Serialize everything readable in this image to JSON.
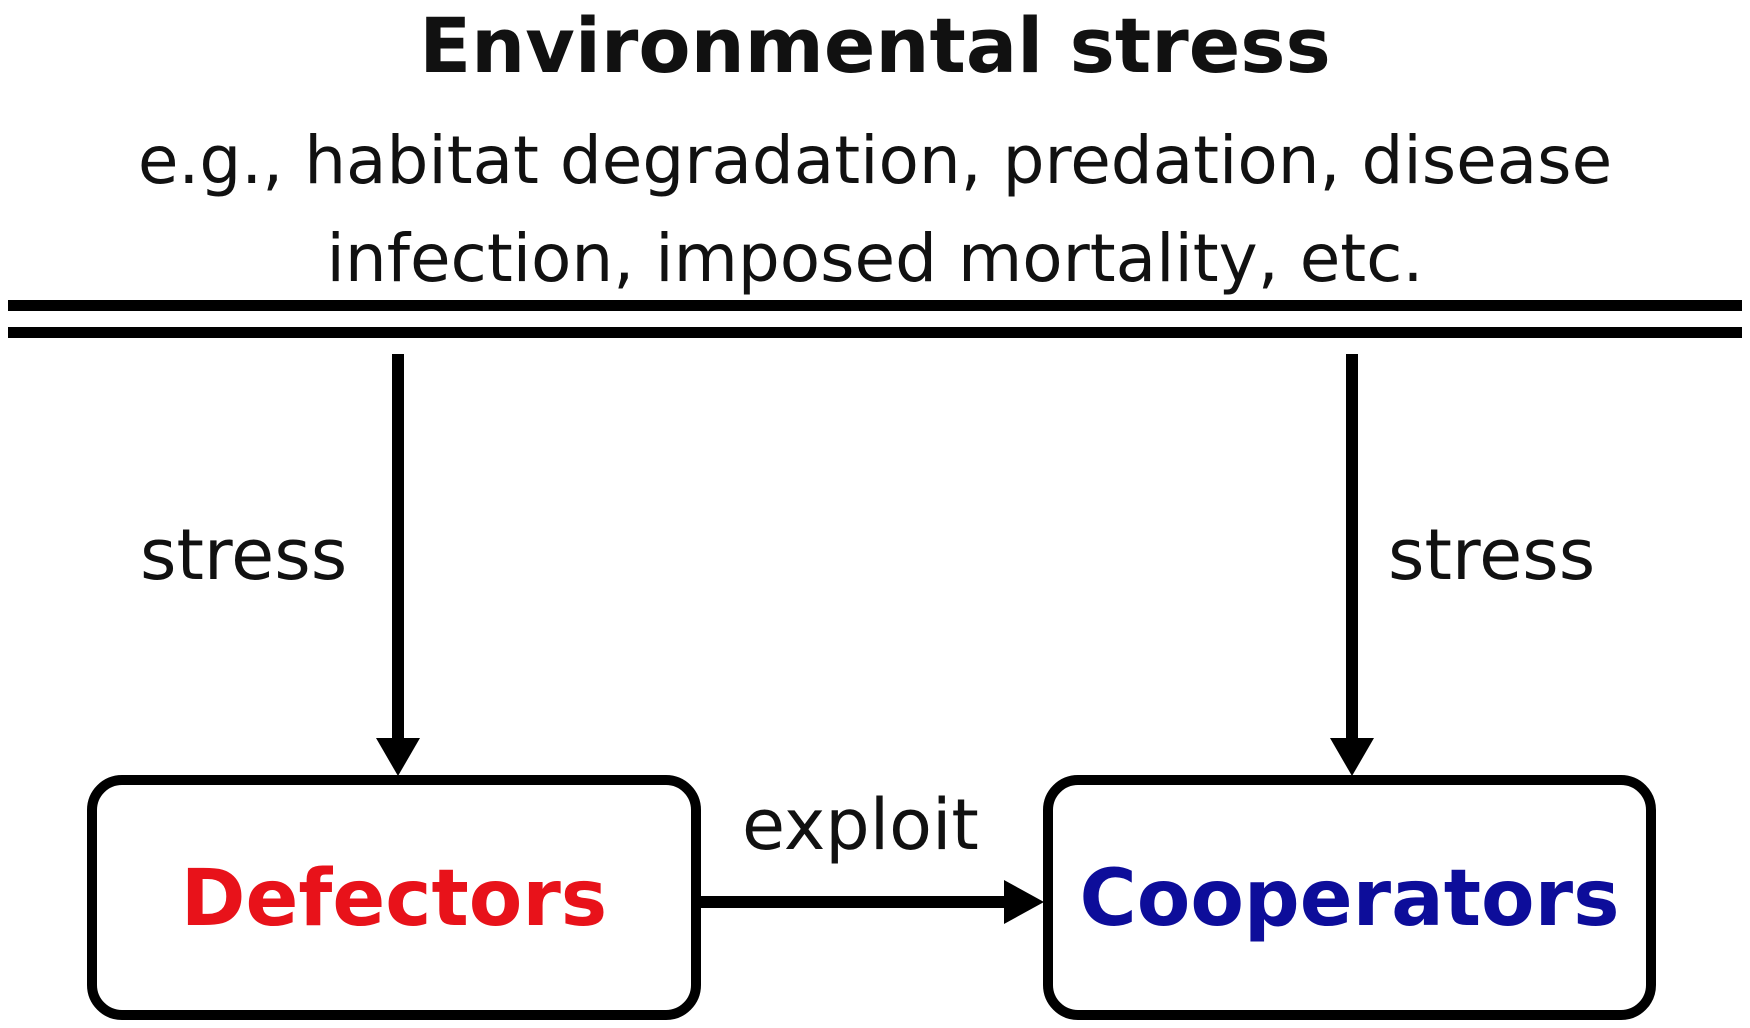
{
  "header": {
    "title": "Environmental stress",
    "subtitle_line1": "e.g., habitat degradation, predation, disease",
    "subtitle_line2": "infection, imposed mortality, etc."
  },
  "arrows": {
    "left_label": "stress",
    "right_label": "stress",
    "exploit_label": "exploit"
  },
  "nodes": {
    "defectors": {
      "label": "Defectors",
      "color": "#e8121a"
    },
    "cooperators": {
      "label": "Cooperators",
      "color": "#0d0d9a"
    }
  }
}
